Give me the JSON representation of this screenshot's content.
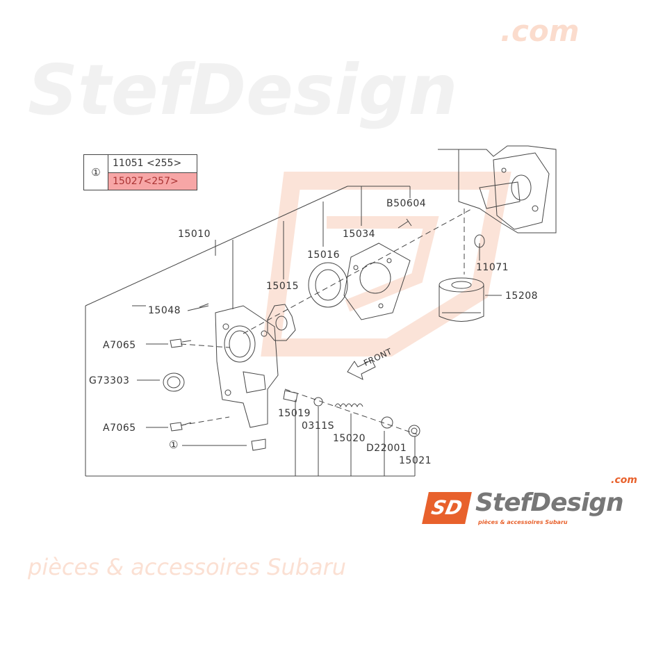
{
  "legend": {
    "symbol": "①",
    "rows": [
      {
        "text": "11051 <255>",
        "highlighted": false
      },
      {
        "text": "15027<257>",
        "highlighted": true
      }
    ],
    "highlight_color": "#f7a6a6"
  },
  "parts": {
    "p15010": "15010",
    "pB50604": "B50604",
    "p15034": "15034",
    "p15016": "15016",
    "p11071": "11071",
    "p15015": "15015",
    "p15208": "15208",
    "p15048": "15048",
    "pA7065_top": "A7065",
    "pG73303": "G73303",
    "p15019": "15019",
    "p0311S": "0311S",
    "p15020": "15020",
    "pA7065_bottom": "A7065",
    "ref1": "①",
    "pD22001": "D22001",
    "p15021": "15021"
  },
  "front_label": "FRONT",
  "watermark": {
    "brand": "StefDesign",
    "domain": ".com",
    "tagline": "pièces & accessoires Subaru"
  },
  "logo": {
    "mark": "SD",
    "brand": "StefDesign",
    "domain": ".com",
    "tagline": "pièces & accessoires Subaru",
    "accent_color": "#e8612c"
  }
}
